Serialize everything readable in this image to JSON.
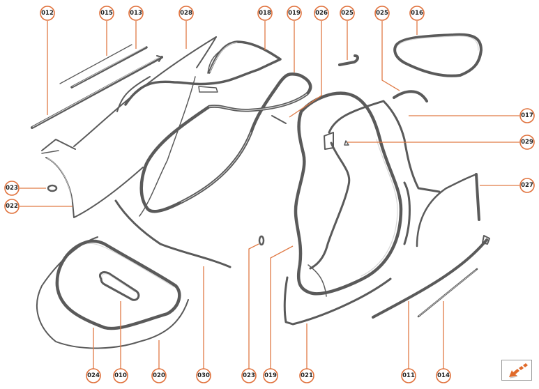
{
  "diagram": {
    "title": "Body seals exploded view",
    "accent_color": "#e0703a",
    "callouts": [
      {
        "id": "c-012-top",
        "label": "012"
      },
      {
        "id": "c-015-top",
        "label": "015"
      },
      {
        "id": "c-013-top",
        "label": "013"
      },
      {
        "id": "c-028-top",
        "label": "028"
      },
      {
        "id": "c-018-top",
        "label": "018"
      },
      {
        "id": "c-019-top",
        "label": "019"
      },
      {
        "id": "c-026-top",
        "label": "026"
      },
      {
        "id": "c-025-top-a",
        "label": "025"
      },
      {
        "id": "c-025-top-b",
        "label": "025"
      },
      {
        "id": "c-016-top",
        "label": "016"
      },
      {
        "id": "c-017-right",
        "label": "017"
      },
      {
        "id": "c-029-right",
        "label": "029"
      },
      {
        "id": "c-027-right",
        "label": "027"
      },
      {
        "id": "c-023-left",
        "label": "023"
      },
      {
        "id": "c-022-left",
        "label": "022"
      },
      {
        "id": "c-024-bottom",
        "label": "024"
      },
      {
        "id": "c-010-bottom",
        "label": "010"
      },
      {
        "id": "c-020-bottom",
        "label": "020"
      },
      {
        "id": "c-030-bottom",
        "label": "030"
      },
      {
        "id": "c-023-bottom",
        "label": "023"
      },
      {
        "id": "c-019-bottom",
        "label": "019"
      },
      {
        "id": "c-021-bottom",
        "label": "021"
      },
      {
        "id": "c-011-bottom",
        "label": "011"
      },
      {
        "id": "c-014-bottom",
        "label": "014"
      }
    ]
  },
  "nav": {
    "button_icon": "arrow-down-left-icon",
    "button_color": "#e06a2a"
  }
}
